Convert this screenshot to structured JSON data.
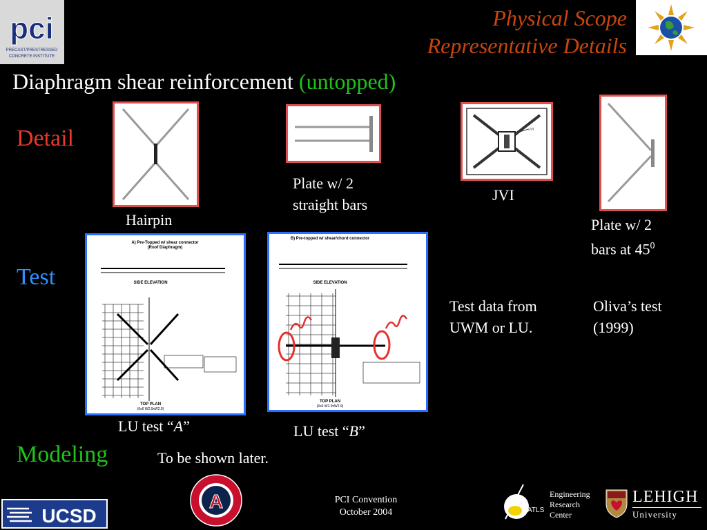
{
  "header": {
    "title_line1": "Physical Scope",
    "title_line2": "Representative Details",
    "pci_logo_text": "pci",
    "pci_logo_sub1": "PRECAST/PRESTRESSED",
    "pci_logo_sub2": "CONCRETE INSTITUTE"
  },
  "heading": {
    "main": "Diaphragm shear reinforcement ",
    "highlight": "(untopped)"
  },
  "sections": {
    "detail": "Detail",
    "test": "Test",
    "modeling": "Modeling",
    "modeling_note": "To be shown later."
  },
  "details": {
    "hairpin": "Hairpin",
    "plate_straight_1": "Plate w/ 2",
    "plate_straight_2": "straight bars",
    "jvi": "JVI",
    "plate_45_1": "Plate w/ 2",
    "plate_45_2": "bars at 45",
    "plate_45_sup": "0"
  },
  "tests": {
    "lu_a_prefix": "LU test “",
    "lu_a_letter": "A",
    "lu_a_suffix": "”",
    "lu_b_prefix": "LU test “",
    "lu_b_letter": "B",
    "lu_b_suffix": "”",
    "uwm_1": "Test data from",
    "uwm_2": "UWM or LU.",
    "oliva_1": "Oliva’s test",
    "oliva_2": "(1999)",
    "doc_a": {
      "title1": "A) Pre-Topped w/ shear connector",
      "title2": "(Roof Diaphragm)",
      "side": "SIDE ELEVATION",
      "top": "TOP PLAN",
      "mesh": "(6x6 W2.9xW2.9)"
    },
    "doc_b": {
      "title1": "B) Pre-topped w/ shear/chord connector",
      "side": "SIDE ELEVATION",
      "top": "TOP PLAN",
      "mesh": "(6x6 W2.9xW2.9)"
    }
  },
  "footer": {
    "convention_1": "PCI Convention",
    "convention_2": "October 2004",
    "ucsd": "UCSD",
    "erc_1": "Engineering",
    "erc_2": "Research",
    "erc_3": "Center",
    "atlss": "ATLSS",
    "lehigh": "LEHIGH",
    "university": "University"
  },
  "colors": {
    "title": "#c8460e",
    "highlight": "#21c21a",
    "detail_label": "#e8392a",
    "test_label": "#2f8fff",
    "modeling_label": "#21c21a"
  }
}
